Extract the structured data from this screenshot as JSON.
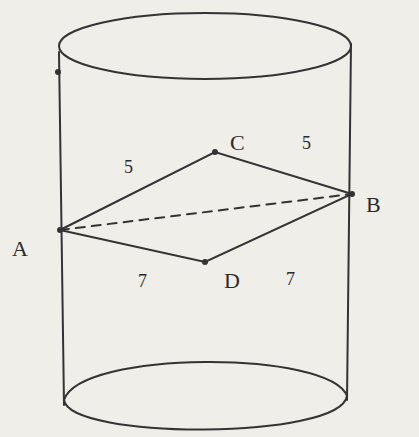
{
  "diagram": {
    "labels": [
      "A",
      "B",
      "C",
      "D",
      "5",
      "5",
      "7",
      "7"
    ]
  }
}
